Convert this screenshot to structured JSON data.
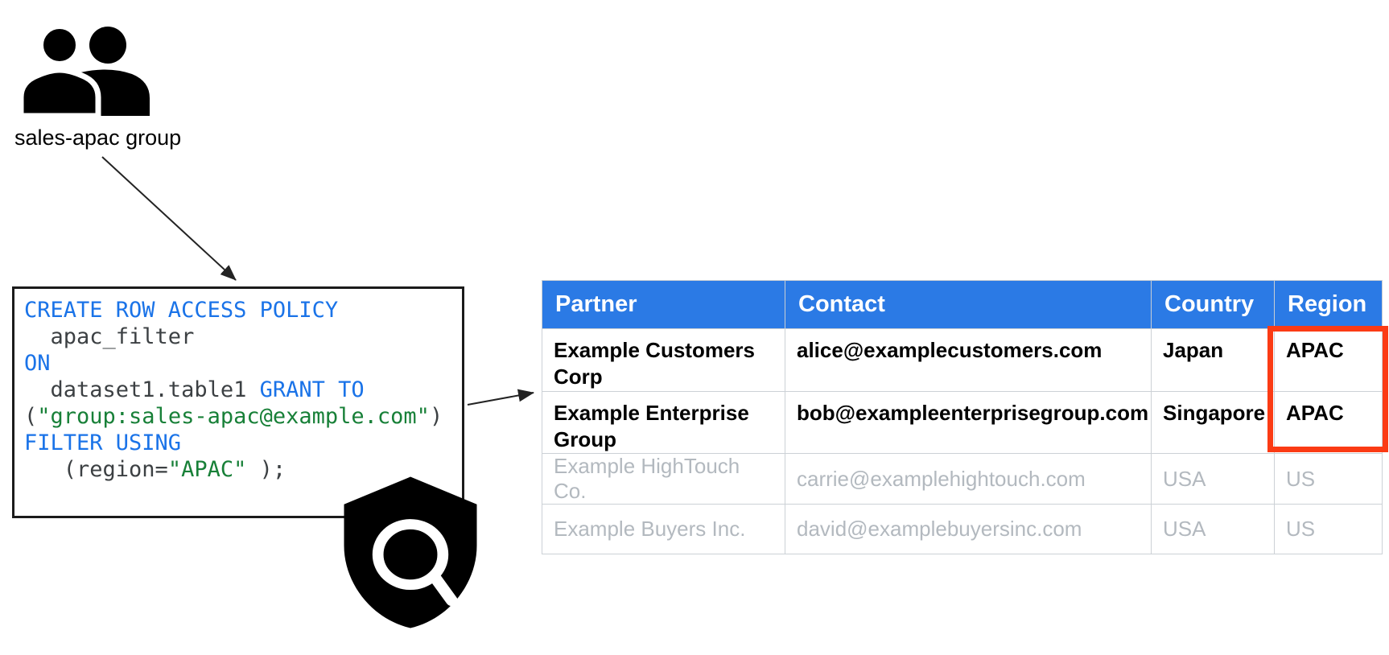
{
  "group": {
    "label": "sales-apac group"
  },
  "icons": {
    "group_icon": "two-people-group",
    "shield_icon": "security-shield-with-magnifier"
  },
  "policy_code": {
    "lines": [
      {
        "segments": [
          {
            "t": "CREATE ROW ACCESS POLICY",
            "type": "keyword"
          }
        ]
      },
      {
        "segments": [
          {
            "t": "  apac_filter",
            "type": "plain"
          }
        ]
      },
      {
        "segments": [
          {
            "t": "ON",
            "type": "keyword"
          }
        ]
      },
      {
        "segments": [
          {
            "t": "  dataset1.table1 ",
            "type": "plain"
          },
          {
            "t": "GRANT TO",
            "type": "keyword"
          }
        ]
      },
      {
        "segments": [
          {
            "t": "(",
            "type": "plain"
          },
          {
            "t": "\"group:sales-apac@example.com\"",
            "type": "string"
          },
          {
            "t": ")",
            "type": "plain"
          }
        ]
      },
      {
        "segments": [
          {
            "t": "FILTER USING",
            "type": "keyword"
          }
        ]
      },
      {
        "segments": [
          {
            "t": "   (region=",
            "type": "plain"
          },
          {
            "t": "\"APAC\"",
            "type": "string"
          },
          {
            "t": " );",
            "type": "plain"
          }
        ]
      }
    ]
  },
  "table": {
    "columns": [
      "Partner",
      "Contact",
      "Country",
      "Region"
    ],
    "rows": [
      {
        "cells": [
          "Example Customers Corp",
          "alice@examplecustomers.com",
          "Japan",
          "APAC"
        ],
        "muted": false
      },
      {
        "cells": [
          "Example Enterprise Group",
          "bob@exampleenterprisegroup.com",
          "Singapore",
          "APAC"
        ],
        "muted": false
      },
      {
        "cells": [
          "Example HighTouch Co.",
          "carrie@examplehightouch.com",
          "USA",
          "US"
        ],
        "muted": true
      },
      {
        "cells": [
          "Example Buyers Inc.",
          "david@examplebuyersinc.com",
          "USA",
          "US"
        ],
        "muted": true
      }
    ],
    "highlight": {
      "column": "Region",
      "rows": [
        0,
        1
      ]
    }
  },
  "colors": {
    "keyword_blue": "#1a73e8",
    "string_green": "#188038",
    "code_text": "#3c4043",
    "table_header_blue": "#2b7ae5",
    "highlight_red": "#fb3b14",
    "filtered_row_gray": "#b3b9bf"
  }
}
